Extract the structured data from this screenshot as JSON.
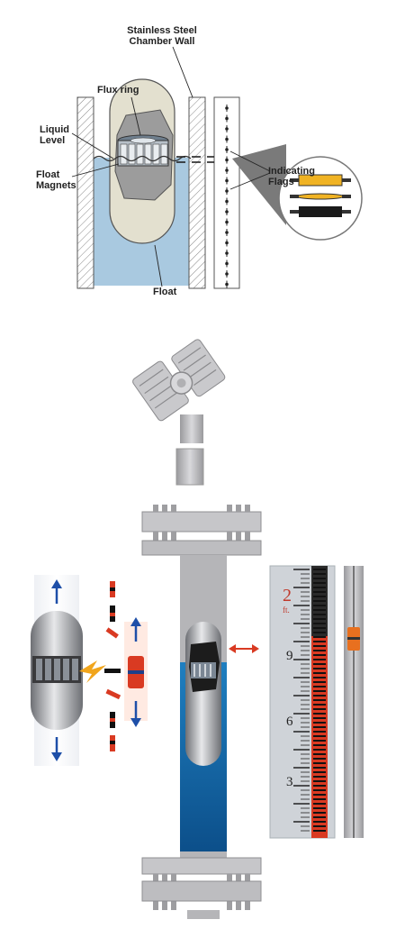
{
  "diagram": {
    "labels": {
      "chamber_wall": "Stainless Steel\nChamber Wall",
      "flux_ring": "Flux ring",
      "liquid_level": "Liquid\nLevel",
      "float_magnets": "Float\nMagnets",
      "indicating_flags": "Indicating\nFlags",
      "float": "Float"
    },
    "colors": {
      "liquid": "#a9c9e0",
      "float_body": "#e3e0cf",
      "magnet": "#7f8a96",
      "flag_yellow": "#f0b323",
      "flag_black": "#1a1a1a"
    }
  },
  "illustration": {
    "scale_numbers": [
      "2",
      "9",
      "6",
      "3"
    ],
    "scale_unit": "ft.",
    "colors": {
      "liquid_blue": "#1f7fc0",
      "indicator_red": "#d93a22",
      "indicator_orange": "#e8701f",
      "arrow_blue": "#1e4fa8",
      "steel_gray": "#b5b5b8"
    },
    "icons": [
      "up-arrow-icon",
      "down-arrow-icon",
      "lightning-bolt-icon",
      "double-arrow-icon"
    ]
  }
}
